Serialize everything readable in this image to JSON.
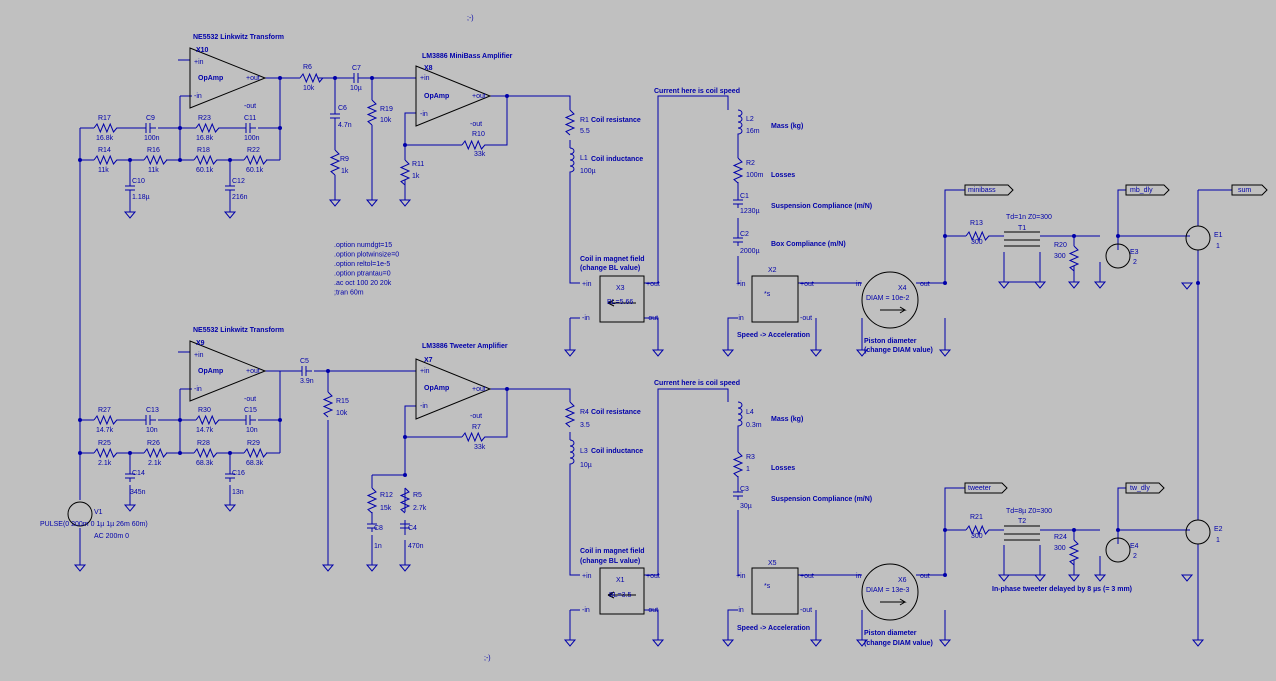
{
  "top_comment": ";-)",
  "bottom_comment": ";-)",
  "sim_directives": [
    ".option numdgt=15",
    ".option plotwinsize=0",
    ".option reltol=1e-5",
    ".option ptrantau=0",
    ".ac oct 100 20 20k",
    ";tran 60m"
  ],
  "source": {
    "name": "V1",
    "value1": "PULSE(0 200m 0 1µ 1µ 26m 60m)",
    "value2": "AC 200m 0"
  },
  "upper": {
    "linkwitz_title": "NE5532 Linkwitz Transform",
    "linkwitz_opamp": "X10",
    "amp_title": "LM3886 MiniBass Amplifier",
    "amp_opamp": "X8",
    "opamp_label": "OpAmp",
    "coil_note": "Current here is coil speed",
    "magnet_note": [
      "Coil in magnet field",
      "(change BL value)"
    ],
    "magnet": {
      "name": "X3",
      "value": "BL=5.66"
    },
    "accel": {
      "name": "X2",
      "value": "*s",
      "note": "Speed -> Acceleration"
    },
    "piston": {
      "name": "X4",
      "value": "DIAM = 10e-2",
      "note": [
        "Piston diameter",
        "(change DIAM value)"
      ]
    },
    "out_label": "minibass",
    "delay_label": "mb_dly",
    "delay_line": {
      "name": "T1",
      "value": "Td=1n Z0=300"
    },
    "buffer": {
      "name": "E3",
      "value": "2"
    },
    "summer": {
      "name": "E1",
      "value": "1"
    },
    "sum_label": "sum",
    "components": [
      {
        "name": "R6",
        "value": "10k"
      },
      {
        "name": "C7",
        "value": "10µ"
      },
      {
        "name": "C6",
        "value": "4.7n"
      },
      {
        "name": "R19",
        "value": "10k"
      },
      {
        "name": "R9",
        "value": "1k"
      },
      {
        "name": "R11",
        "value": "1k"
      },
      {
        "name": "R10",
        "value": "33k"
      },
      {
        "name": "R17",
        "value": "16.8k"
      },
      {
        "name": "C9",
        "value": "100n"
      },
      {
        "name": "R23",
        "value": "16.8k"
      },
      {
        "name": "C11",
        "value": "100n"
      },
      {
        "name": "R14",
        "value": "11k"
      },
      {
        "name": "R16",
        "value": "11k"
      },
      {
        "name": "R18",
        "value": "60.1k"
      },
      {
        "name": "R22",
        "value": "60.1k"
      },
      {
        "name": "C10",
        "value": "1.18µ"
      },
      {
        "name": "C12",
        "value": "216n"
      },
      {
        "name": "R1",
        "value": "5.5",
        "note": "Coil resistance"
      },
      {
        "name": "L1",
        "value": "100µ",
        "note": "Coil inductance"
      },
      {
        "name": "L2",
        "value": "16m",
        "note": "Mass (kg)"
      },
      {
        "name": "R2",
        "value": "100m",
        "note": "Losses"
      },
      {
        "name": "C1",
        "value": "1230µ",
        "note": "Suspension Compliance (m/N)"
      },
      {
        "name": "C2",
        "value": "2000µ",
        "note": "Box Compliance (m/N)"
      },
      {
        "name": "R13",
        "value": "300"
      },
      {
        "name": "R20",
        "value": "300"
      }
    ]
  },
  "lower": {
    "linkwitz_title": "NE5532 Linkwitz Transform",
    "linkwitz_opamp": "X9",
    "amp_title": "LM3886 Tweeter Amplifier",
    "amp_opamp": "X7",
    "opamp_label": "OpAmp",
    "coil_note": "Current here is coil speed",
    "magnet_note": [
      "Coil in magnet field",
      "(change BL value)"
    ],
    "magnet": {
      "name": "X1",
      "value": "BL=3.5"
    },
    "accel": {
      "name": "X5",
      "value": "*s",
      "note": "Speed -> Acceleration"
    },
    "piston": {
      "name": "X6",
      "value": "DIAM = 13e-3",
      "note": [
        "Piston diameter",
        "(change DIAM value)"
      ]
    },
    "out_label": "tweeter",
    "delay_label": "tw_dly",
    "delay_line": {
      "name": "T2",
      "value": "Td=8µ Z0=300"
    },
    "delay_note": "In-phase tweeter delayed by 8 µs (= 3 mm)",
    "buffer": {
      "name": "E4",
      "value": "2"
    },
    "summer": {
      "name": "E2",
      "value": "1"
    },
    "components": [
      {
        "name": "C5",
        "value": "3.9n"
      },
      {
        "name": "R15",
        "value": "10k"
      },
      {
        "name": "R12",
        "value": "15k"
      },
      {
        "name": "R5",
        "value": "2.7k"
      },
      {
        "name": "C8",
        "value": "1n"
      },
      {
        "name": "C4",
        "value": "470n"
      },
      {
        "name": "R7",
        "value": "33k"
      },
      {
        "name": "R27",
        "value": "14.7k"
      },
      {
        "name": "C13",
        "value": "10n"
      },
      {
        "name": "R30",
        "value": "14.7k"
      },
      {
        "name": "C15",
        "value": "10n"
      },
      {
        "name": "R25",
        "value": "2.1k"
      },
      {
        "name": "R26",
        "value": "2.1k"
      },
      {
        "name": "R28",
        "value": "68.3k"
      },
      {
        "name": "R29",
        "value": "68.3k"
      },
      {
        "name": "C14",
        "value": "345n"
      },
      {
        "name": "C16",
        "value": "13n"
      },
      {
        "name": "R4",
        "value": "3.5",
        "note": "Coil resistance"
      },
      {
        "name": "L3",
        "value": "10µ",
        "note": "Coil inductance"
      },
      {
        "name": "L4",
        "value": "0.3m",
        "note": "Mass (kg)"
      },
      {
        "name": "R3",
        "value": "1",
        "note": "Losses"
      },
      {
        "name": "C3",
        "value": "30µ",
        "note": "Suspension Compliance (m/N)"
      },
      {
        "name": "R21",
        "value": "300"
      },
      {
        "name": "R24",
        "value": "300"
      }
    ]
  },
  "pin_labels": {
    "plus_in": "+in",
    "minus_in": "-in",
    "plus_out": "+out",
    "minus_out": "-out",
    "in": "in",
    "out": "out"
  }
}
